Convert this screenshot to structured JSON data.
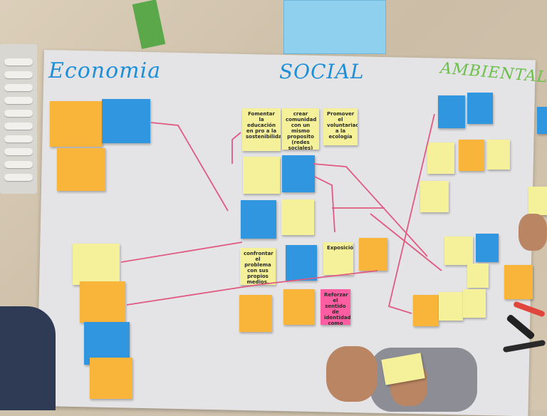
{
  "headings": {
    "economia": "Economia",
    "social": "SOCIAL",
    "ambiental": "AMBIENTAL"
  },
  "notes": {
    "social_1": "Fomentar la educación en pro a la sostenibilidad",
    "social_2": "crear comunidad con un mismo proposito (redes sociales)",
    "social_3": "Promover el voluntariado a la ecología",
    "social_4": "confrontar el problema con sus propios medios.",
    "social_5": "Exposición",
    "pink_1": "Reforzar el sentido de identidad como sistema"
  },
  "colors": {
    "yellow": "#f5f19a",
    "orange": "#f9b43a",
    "blue": "#2f96df",
    "pink": "#ff5fa2",
    "arrow": "#e05a82",
    "economia": "#1e8fd6",
    "social": "#1e8fd6",
    "ambiental": "#6cbf4a"
  },
  "icons": [
    "markers-tray",
    "notebook",
    "candy-wrapper",
    "pens"
  ]
}
